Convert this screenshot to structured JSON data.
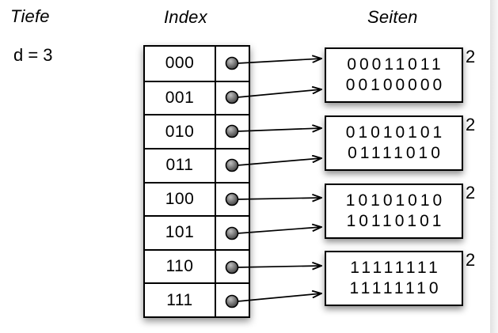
{
  "headers": {
    "depth_column": "Tiefe",
    "index_column": "Index",
    "pages_column": "Seiten"
  },
  "global_depth": "d = 3",
  "index_entries": [
    "000",
    "001",
    "010",
    "011",
    "100",
    "101",
    "110",
    "111"
  ],
  "pages": [
    {
      "records": [
        "00011011",
        "00100000"
      ],
      "local_depth": "2"
    },
    {
      "records": [
        "01010101",
        "01111010"
      ],
      "local_depth": "2"
    },
    {
      "records": [
        "10101010",
        "10110101"
      ],
      "local_depth": "2"
    },
    {
      "records": [
        "11111111",
        "11111110"
      ],
      "local_depth": "2"
    }
  ],
  "colors": {
    "ink": "#000000",
    "background": "#ffffff",
    "edge_band": "#e2e2e2",
    "pointer_dot_light": "#c0c0c0",
    "pointer_dot_dark": "#2a2a2a"
  }
}
